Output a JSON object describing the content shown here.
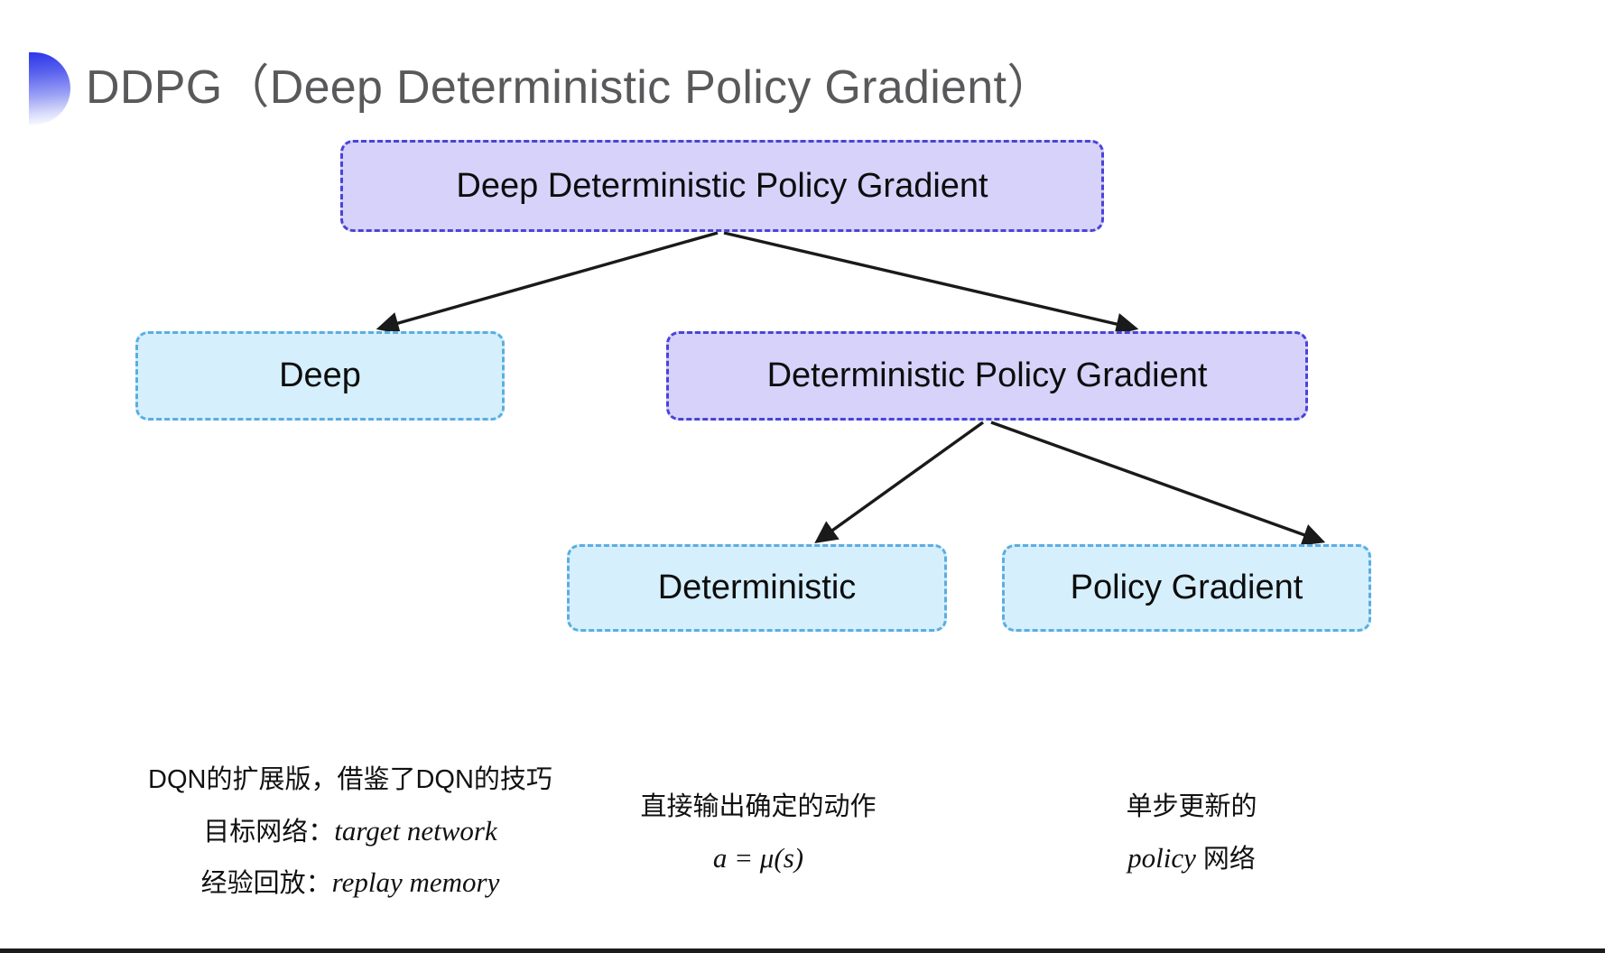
{
  "slide": {
    "title": "DDPG（Deep Deterministic Policy Gradient）",
    "title_color": "#59595b",
    "background": "#ffffff"
  },
  "decor": {
    "bullet_icon": "gradient-semicircle",
    "gradient_from": "#2b36e8",
    "gradient_to": "#ffffff"
  },
  "diagram": {
    "nodes": [
      {
        "id": "root",
        "label": "Deep Deterministic Policy Gradient",
        "fill": "#d6d2fa",
        "border": "#4b44d6"
      },
      {
        "id": "deep",
        "label": "Deep",
        "fill": "#d5effc",
        "border": "#5aaee0"
      },
      {
        "id": "dpg",
        "label": "Deterministic Policy Gradient",
        "fill": "#d6d2fa",
        "border": "#4b44d6"
      },
      {
        "id": "deterministic",
        "label": "Deterministic",
        "fill": "#d5effc",
        "border": "#5aaee0"
      },
      {
        "id": "policy-gradient",
        "label": "Policy Gradient",
        "fill": "#d5effc",
        "border": "#5aaee0"
      }
    ],
    "edges": [
      {
        "from": "root",
        "to": "deep"
      },
      {
        "from": "root",
        "to": "dpg"
      },
      {
        "from": "dpg",
        "to": "deterministic"
      },
      {
        "from": "dpg",
        "to": "policy-gradient"
      }
    ],
    "arrow_color": "#1a1a1a"
  },
  "captions": {
    "deep": {
      "line1": "DQN的扩展版，借鉴了DQN的技巧",
      "line2_label": "目标网络：",
      "line2_term": "target network",
      "line3_label": "经验回放：",
      "line3_term": "replay memory"
    },
    "deterministic": {
      "line1": "直接输出确定的动作",
      "line2": "a = μ(s)"
    },
    "policy_gradient": {
      "line1": "单步更新的",
      "line2_term": "policy",
      "line2_suffix": " 网络"
    }
  }
}
